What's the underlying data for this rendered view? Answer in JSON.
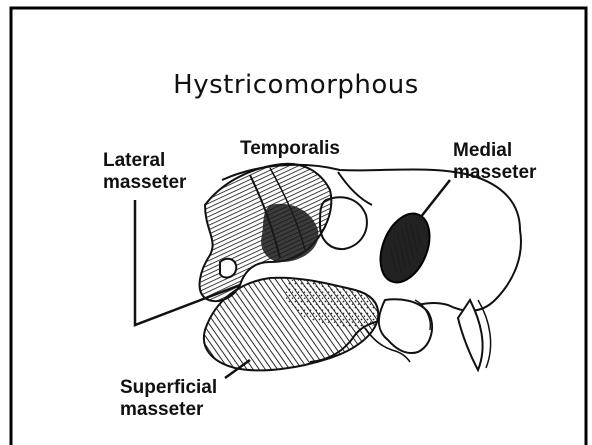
{
  "slide": {
    "title": "Hystricomorphous"
  },
  "labels": {
    "lateral_masseter_line1": "Lateral",
    "lateral_masseter_line2": "masseter",
    "temporalis": "Temporalis",
    "medial_masseter_line1": "Medial",
    "medial_masseter_line2": "masseter",
    "superficial_masseter_line1": "Superficial",
    "superficial_masseter_line2": "masseter"
  },
  "colors": {
    "ink": "#111111",
    "background": "#ffffff"
  }
}
